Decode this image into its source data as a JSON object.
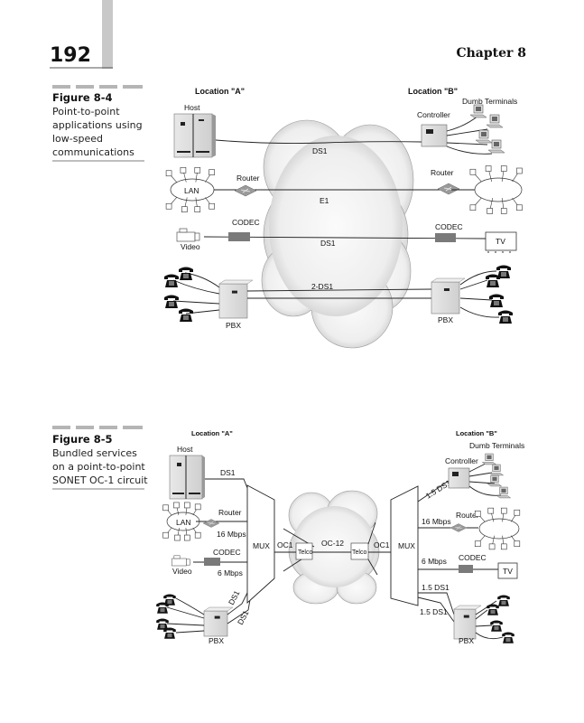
{
  "page": {
    "number": "192",
    "chapter": "Chapter 8"
  },
  "figure_8_4": {
    "title": "Figure 8-4",
    "caption": [
      "Point-to-point",
      "applications using",
      "low-speed",
      "communications"
    ],
    "location_a": "Location \"A\"",
    "location_b": "Location \"B\"",
    "host": "Host",
    "controller": "Controller",
    "dumb_terminals": "Dumb Terminals",
    "link_host": "DS1",
    "lan": "LAN",
    "router_a": "Router",
    "router_b": "Router",
    "link_lan": "E1",
    "codec_a": "CODEC",
    "codec_b": "CODEC",
    "video": "Video",
    "tv": "TV",
    "link_video": "DS1",
    "link_pbx": "2-DS1",
    "pbx_a": "PBX",
    "pbx_b": "PBX"
  },
  "figure_8_5": {
    "title": "Figure 8-5",
    "caption": [
      "Bundled services",
      "on a point-to-point",
      "SONET OC-1 circuit"
    ],
    "location_a": "Location \"A\"",
    "location_b": "Location \"B\"",
    "host": "Host",
    "link_host": "DS1",
    "lan": "LAN",
    "router_a": "Router",
    "rate_lan_a": "16 Mbps",
    "codec_a": "CODEC",
    "video": "Video",
    "rate_video_a": "6 Mbps",
    "pbx_a": "PBX",
    "pbx_link1": "DS1",
    "pbx_link2": "DS1",
    "mux_a": "MUX",
    "oc1_a": "OC1",
    "telco_a": "Telco",
    "oc12": "OC-12",
    "telco_b": "Telco",
    "oc1_b": "OC1",
    "mux_b": "MUX",
    "controller": "Controller",
    "dumb_terminals": "Dumb Terminals",
    "rate_controller": "1.5 DS1",
    "router_b": "Router",
    "rate_lan_b": "16 Mbps",
    "codec_b": "CODEC",
    "rate_video_b": "6 Mbps",
    "tv": "TV",
    "rate_pbx1": "1.5 DS1",
    "rate_pbx2": "1.5 DS1",
    "pbx_b": "PBX"
  }
}
